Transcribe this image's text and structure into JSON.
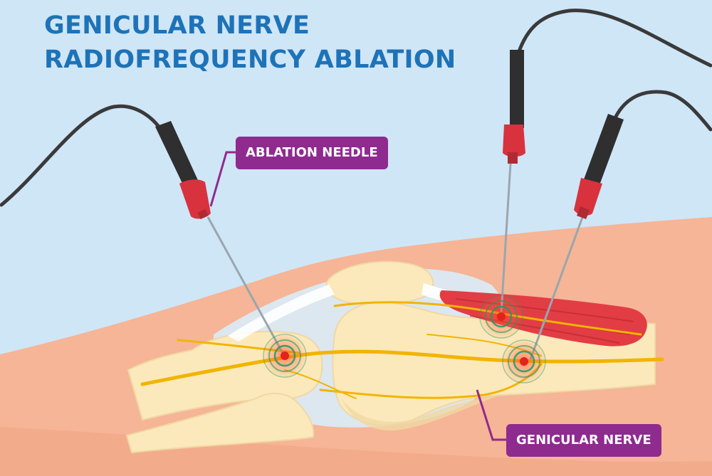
{
  "title": {
    "line1": "GENICULAR NERVE",
    "line2": "RADIOFREQUENCY ABLATION"
  },
  "labels": {
    "ablation_needle": "ABLATION NEEDLE",
    "genicular_nerve": "GENICULAR NERVE"
  },
  "colors": {
    "background": "#cfe6f7",
    "skin": "#f6b596",
    "bone": "#fbe9bb",
    "nerve": "#f2b400",
    "muscle": "#e23d45",
    "needle_hub": "#d8323f",
    "cable": "#3a3a3a",
    "label_bg": "#8f2a8f",
    "title": "#1e73b8",
    "ablation_ring": "#1a9a6c"
  },
  "components": {
    "needles": [
      "needle-left",
      "needle-mid",
      "needle-right"
    ],
    "ablation_zones": 3,
    "icons": [
      "ablation-needle-icon",
      "nerve-icon",
      "bone-icon",
      "muscle-icon"
    ]
  }
}
